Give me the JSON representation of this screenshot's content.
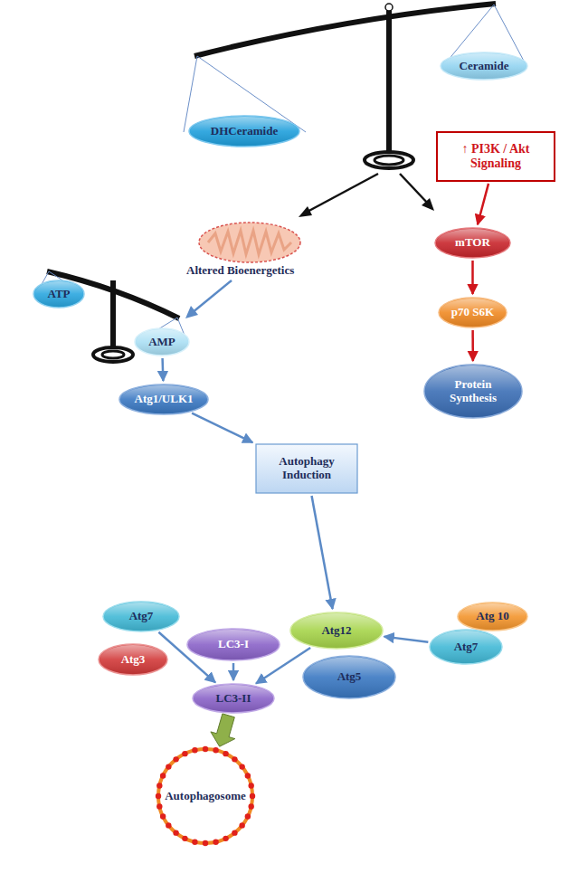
{
  "diagram": {
    "nodes": [
      {
        "text": [
          "DHCeramide"
        ]
      },
      {
        "text": [
          "Ceramide"
        ]
      },
      {
        "text": [
          "ATP"
        ]
      },
      {
        "text": [
          "AMP"
        ]
      },
      {
        "text": [
          "↑ PI3K / Akt Signaling"
        ]
      },
      {
        "text": [
          "mTOR"
        ]
      },
      {
        "text": [
          "p70 S6K"
        ]
      },
      {
        "text": [
          "Protein Synthesis"
        ]
      },
      {
        "text": [
          "Atg1/ULK1"
        ]
      },
      {
        "text": [
          "Autophagy Induction"
        ]
      },
      {
        "text": [
          "Atg7"
        ]
      },
      {
        "text": [
          "Atg3"
        ]
      },
      {
        "text": [
          "LC3-I"
        ]
      },
      {
        "text": [
          "Atg12"
        ]
      },
      {
        "text": [
          "Atg 10"
        ]
      },
      {
        "text": [
          "Atg7"
        ]
      },
      {
        "text": [
          "Atg5"
        ]
      },
      {
        "text": [
          "LC3-II"
        ]
      },
      {
        "text": [
          "Autophagosome"
        ]
      }
    ],
    "edges": [
      {
        "from": 4,
        "to": 5,
        "arrow": "to"
      },
      {
        "from": 5,
        "to": 6,
        "arrow": "to"
      },
      {
        "from": 6,
        "to": 7,
        "arrow": "to"
      },
      {
        "from": 3,
        "to": 8,
        "arrow": "to"
      },
      {
        "from": 8,
        "to": 9,
        "arrow": "to"
      },
      {
        "from": 9,
        "to": 13,
        "arrow": "to"
      },
      {
        "from": 15,
        "to": 13,
        "arrow": "to"
      },
      {
        "from": 10,
        "to": 17,
        "arrow": "to"
      },
      {
        "from": 12,
        "to": 17,
        "arrow": "to"
      },
      {
        "from": 13,
        "to": 17,
        "arrow": "to"
      },
      {
        "from": 17,
        "to": 18,
        "arrow": "to"
      }
    ],
    "labels": [
      "Altered Bioenergetics"
    ]
  }
}
